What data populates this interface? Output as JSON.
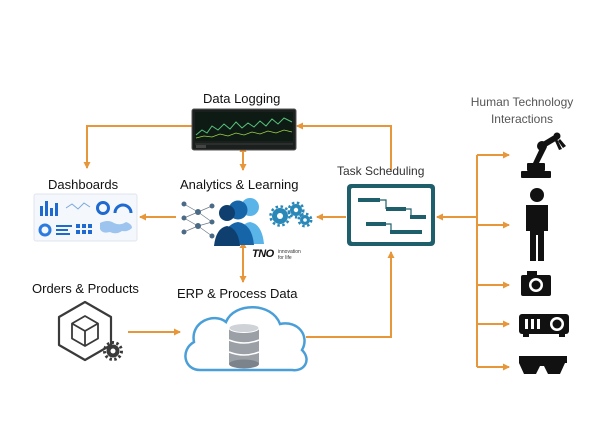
{
  "nodes": {
    "data_logging": "Data Logging",
    "dashboards": "Dashboards",
    "analytics_learning": "Analytics & Learning",
    "task_scheduling": "Task Scheduling",
    "orders_products": "Orders & Products",
    "erp_process_data": "ERP & Process Data",
    "human_tech_line1": "Human Technology",
    "human_tech_line2": "Interactions"
  },
  "logo": {
    "brand": "TNO",
    "tagline_line1": "innovation",
    "tagline_line2": "for life"
  },
  "devices": [
    "robot-arm-icon",
    "person-icon",
    "camera-icon",
    "projector-icon",
    "smart-glasses-icon"
  ],
  "colors": {
    "arrow": "#e8963a",
    "panel_teal": "#1f5f6b",
    "cloud_blue": "#4a9fd8",
    "people_blue": "#1565a8",
    "gear_blue": "#2a88b8",
    "dark": "#111111"
  }
}
